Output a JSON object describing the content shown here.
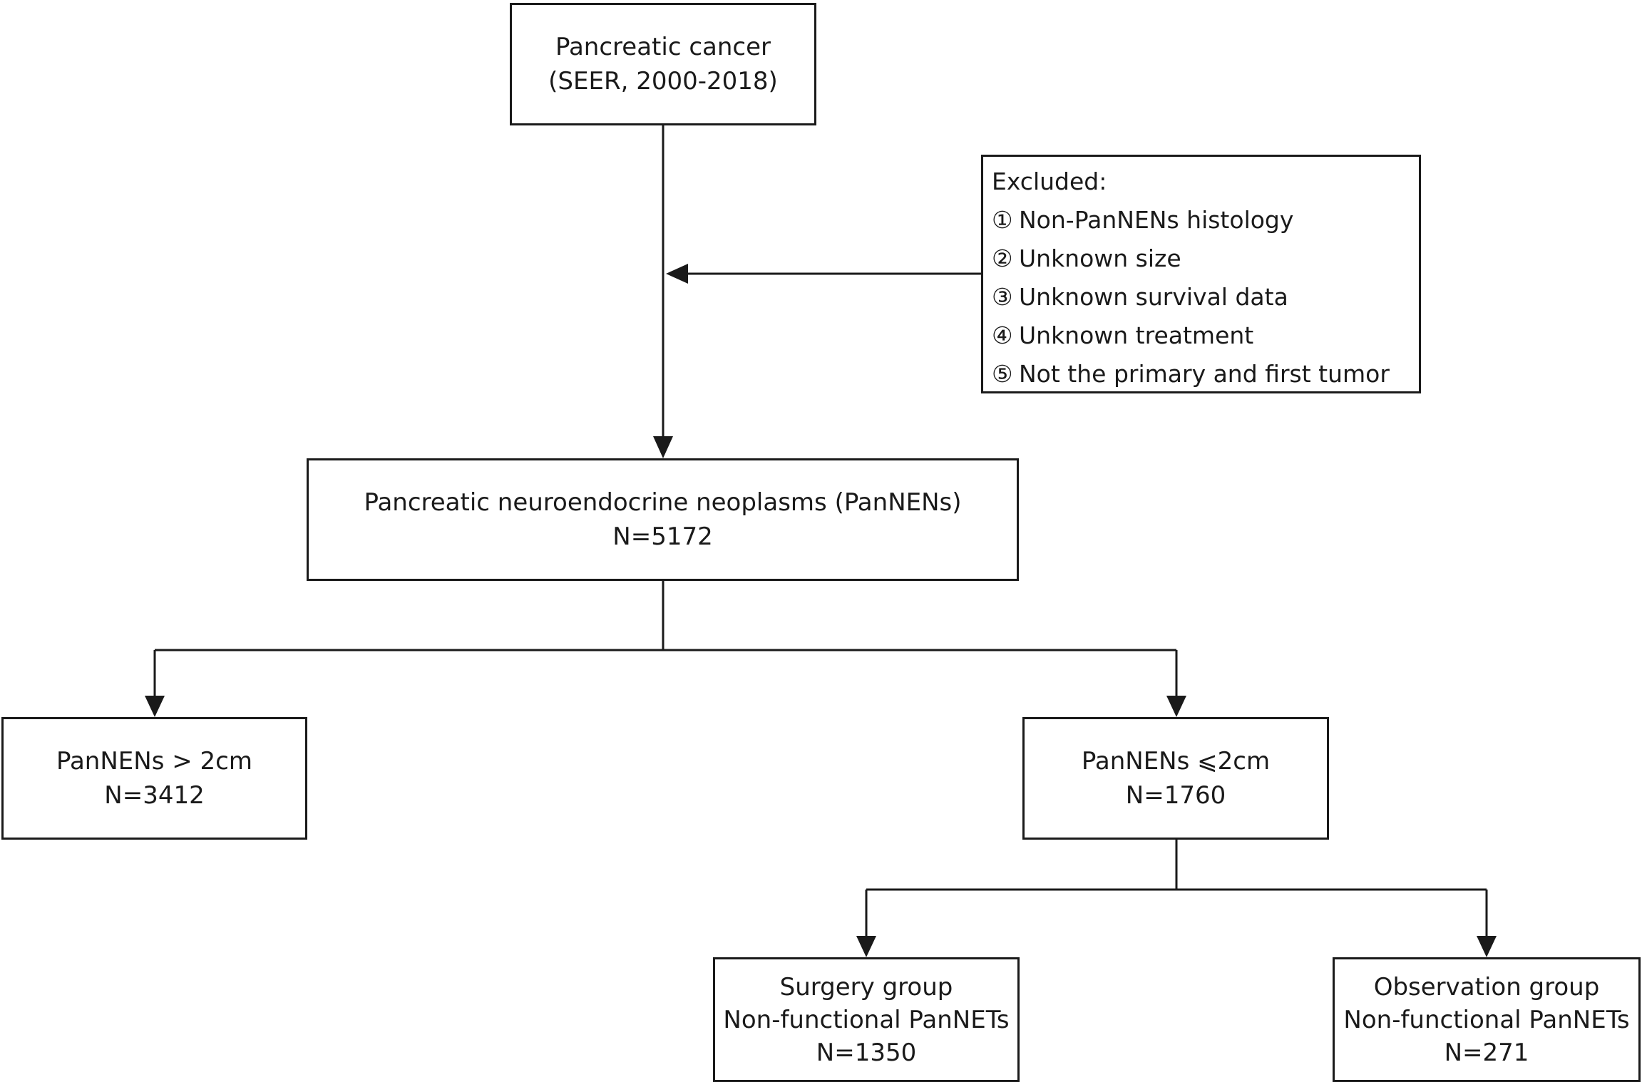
{
  "nodes": {
    "source": {
      "line1": "Pancreatic cancer",
      "line2": "(SEER, 2000-2018)"
    },
    "excluded": {
      "title": "Excluded:",
      "items": [
        {
          "marker": "①",
          "text": "Non-PanNENs histology"
        },
        {
          "marker": "②",
          "text": "Unknown size"
        },
        {
          "marker": "③",
          "text": "Unknown survival data"
        },
        {
          "marker": "④",
          "text": "Unknown treatment"
        },
        {
          "marker": "⑤",
          "text": "Not the primary and first tumor"
        }
      ]
    },
    "pannens": {
      "line1": "Pancreatic neuroendocrine neoplasms (PanNENs)",
      "line2": "N=5172"
    },
    "gt2cm": {
      "line1": "PanNENs > 2cm",
      "line2": "N=3412"
    },
    "le2cm": {
      "line1": "PanNENs ⩽2cm",
      "line2": "N=1760"
    },
    "surgery": {
      "line1": "Surgery group",
      "line2": "Non-functional PanNETs",
      "line3": "N=1350"
    },
    "observation": {
      "line1": "Observation group",
      "line2": "Non-functional PanNETs",
      "line3": "N=271"
    }
  },
  "edges": [
    {
      "from": "source",
      "to": "pannens"
    },
    {
      "from": "excluded",
      "to": "source-pannens-line"
    },
    {
      "from": "pannens",
      "to": "gt2cm"
    },
    {
      "from": "pannens",
      "to": "le2cm"
    },
    {
      "from": "le2cm",
      "to": "surgery"
    },
    {
      "from": "le2cm",
      "to": "observation"
    }
  ],
  "colors": {
    "stroke": "#1a1a1a",
    "background": "#ffffff"
  }
}
